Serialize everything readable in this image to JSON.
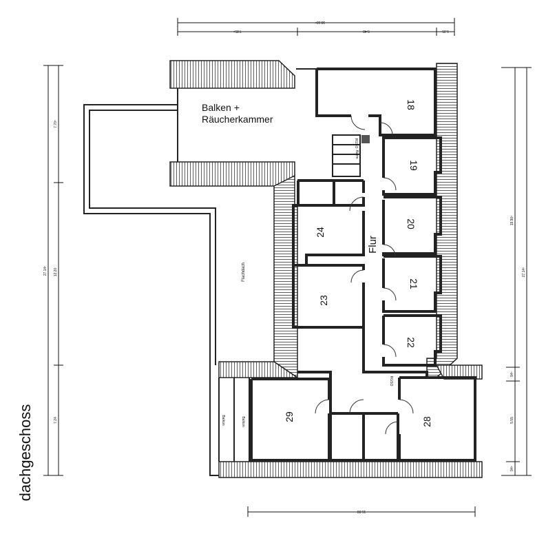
{
  "sheet": {
    "title": "dachgeschoss"
  },
  "rooms": {
    "balcony_smokehouse_line1": "Balken +",
    "balcony_smokehouse_line2": "Räucherkammer",
    "r18": "18",
    "r19": "19",
    "r20": "20",
    "r21": "21",
    "r22": "22",
    "r23": "23",
    "r24": "24",
    "r28": "28",
    "r29": "29",
    "corridor": "Flur",
    "flat_roof": "Flachdach",
    "balcony_small": "Balkon",
    "balcony_note": "Balkon",
    "rgso_top": "RGSO",
    "alarm": "Alarm",
    "rgso_bottom": "RGSO"
  },
  "dimensions": {
    "top_total": "18.60⁵",
    "top_left": "7.85⁵",
    "top_mid": "9.40",
    "top_right": "1.35",
    "left_total": "27.14⁵",
    "left_seg1": "7.70⁵",
    "left_seg2": "12.20",
    "left_seg3": "7.24",
    "right_total": "27.14⁵",
    "right_seg1": "19.90⁵",
    "right_seg2": "94⁵",
    "right_seg3": "5.55",
    "right_seg4": "94⁵",
    "bottom_total": "15.00"
  }
}
